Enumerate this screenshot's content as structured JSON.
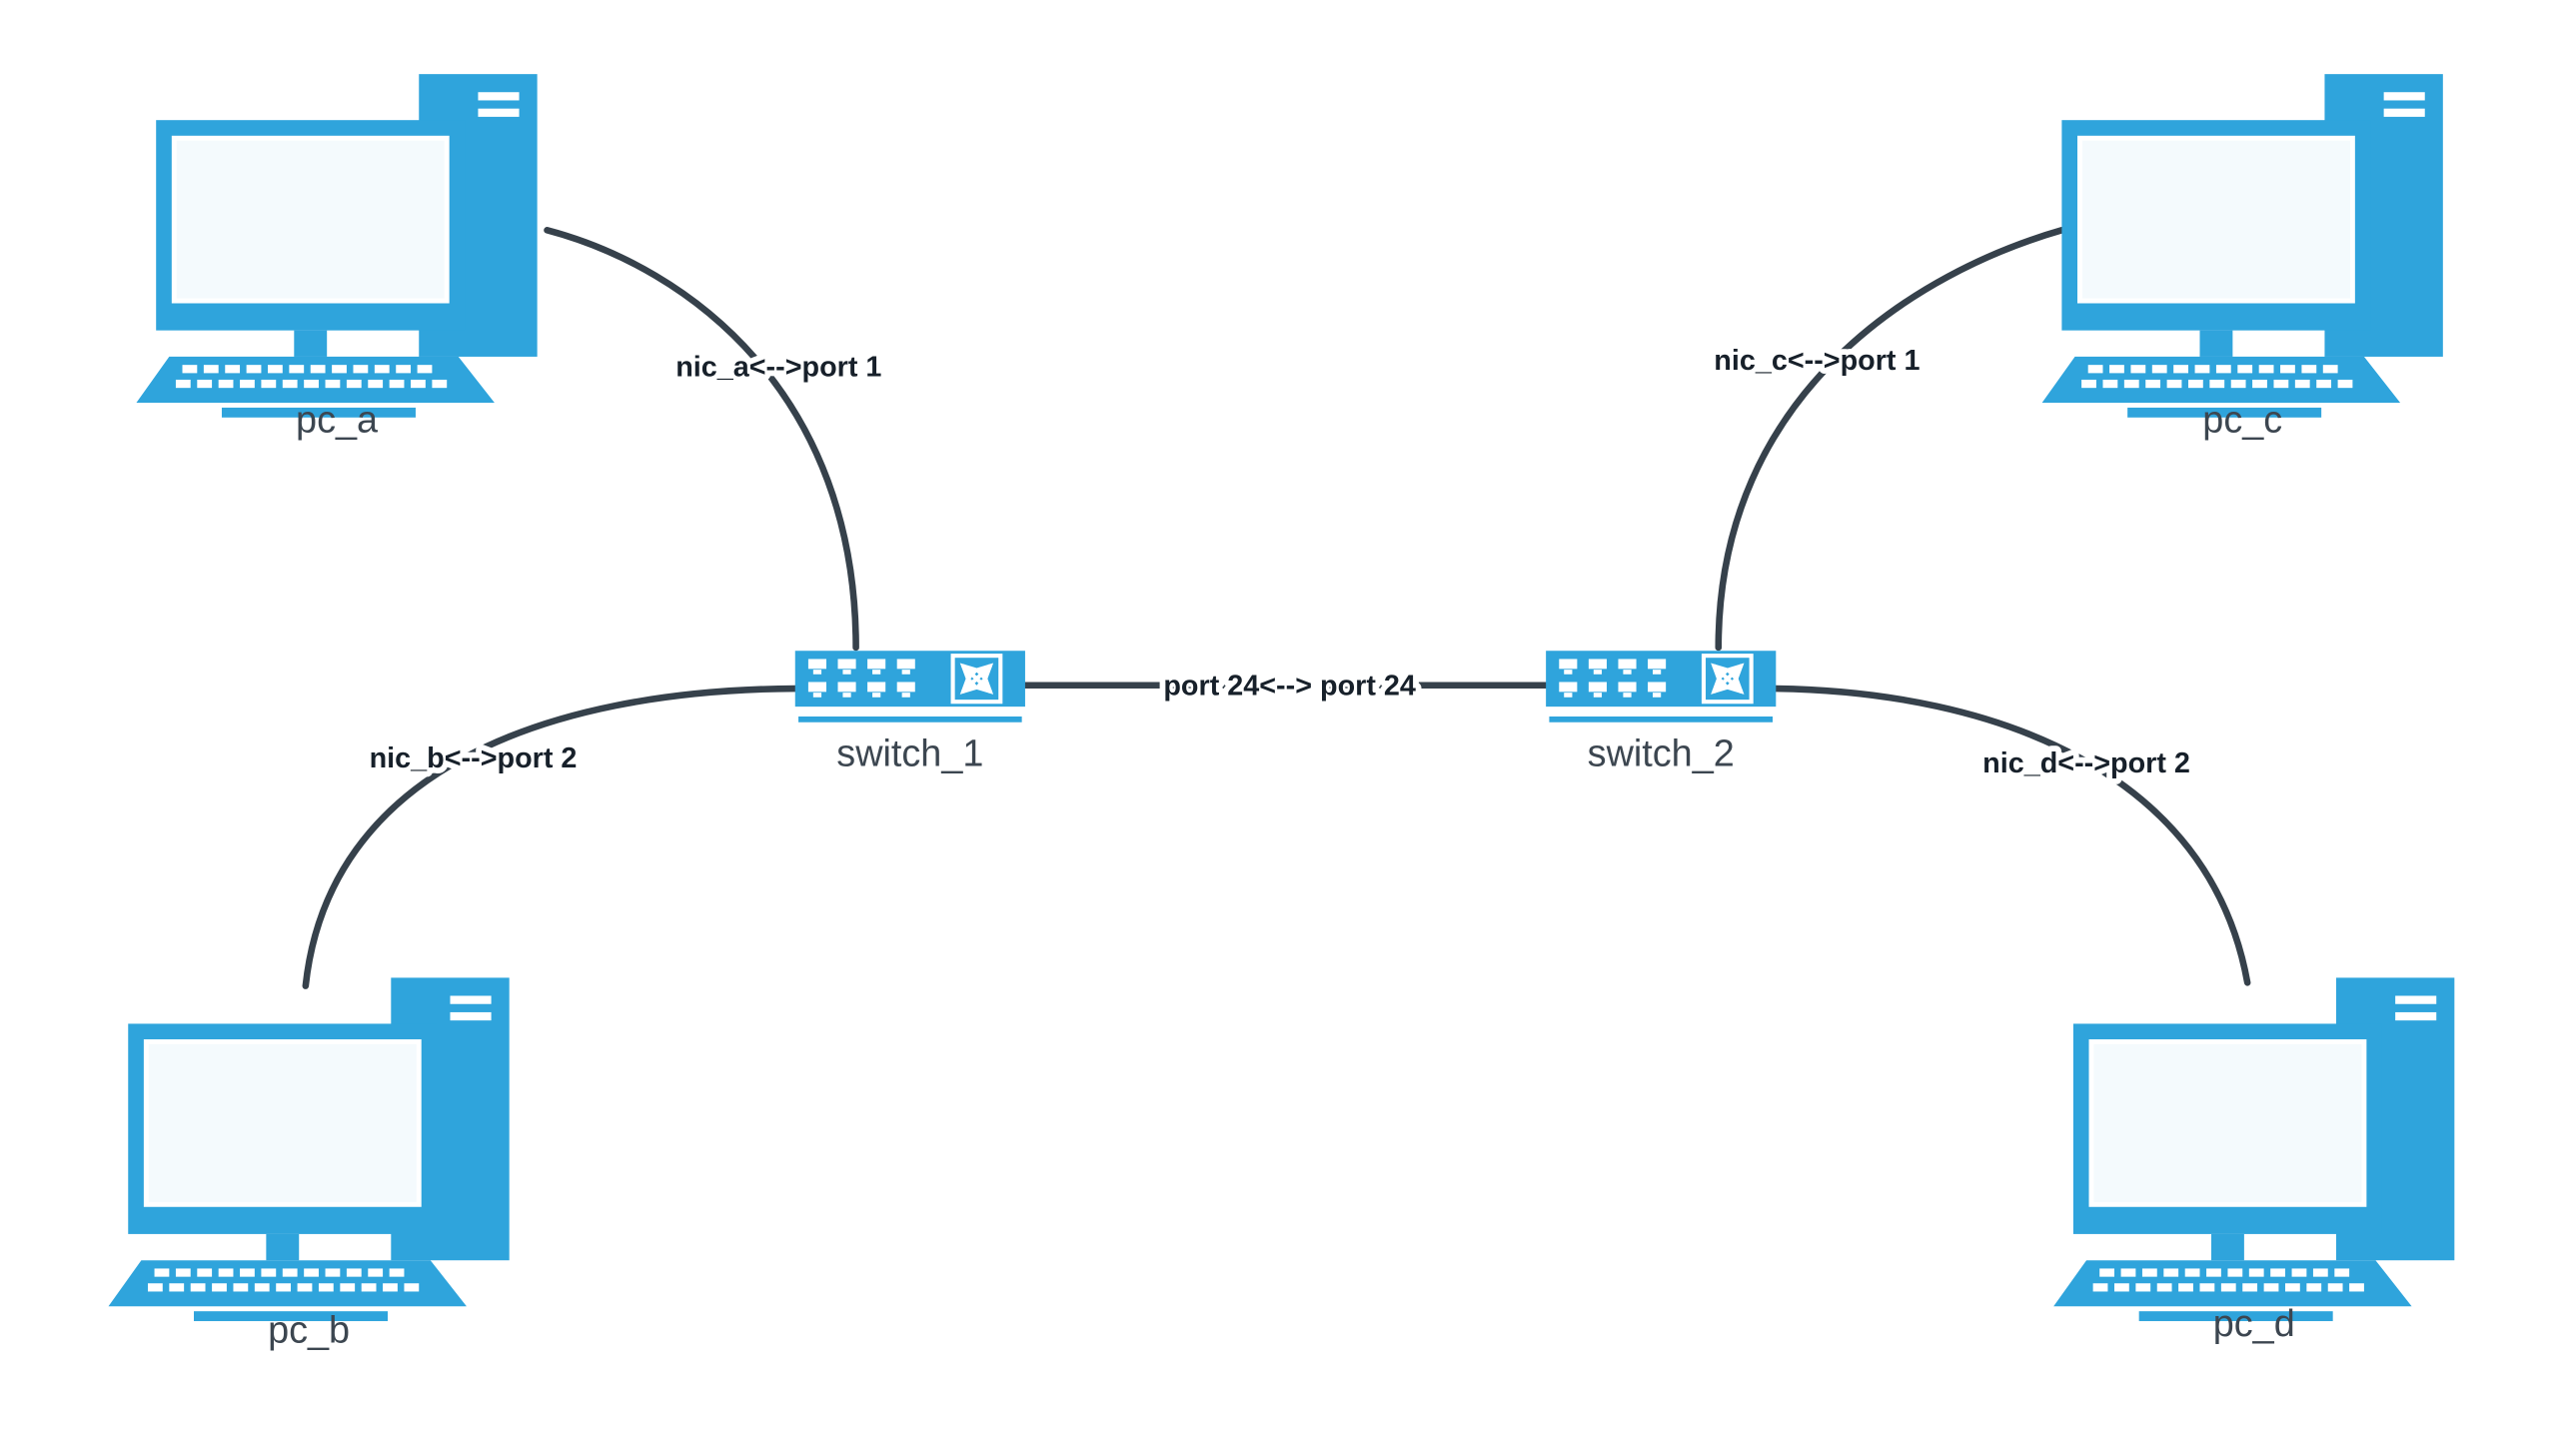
{
  "diagram": {
    "title": "network-topology-diagram",
    "colors": {
      "background": "#FFFFFF",
      "node_accent": "#2FA4DC",
      "screen_fill": "#F4FAFD",
      "edge_line": "#36414B",
      "edge_label_text": "#17202A",
      "node_label_text": "#3C4650"
    },
    "icons": {
      "pc": "desktop-computer-icon",
      "switch": "network-switch-icon"
    },
    "nodes": {
      "pc_a": {
        "label": "pc_a",
        "type": "pc"
      },
      "pc_b": {
        "label": "pc_b",
        "type": "pc"
      },
      "pc_c": {
        "label": "pc_c",
        "type": "pc"
      },
      "pc_d": {
        "label": "pc_d",
        "type": "pc"
      },
      "switch_1": {
        "label": "switch_1",
        "type": "switch"
      },
      "switch_2": {
        "label": "switch_2",
        "type": "switch"
      }
    },
    "edges": {
      "pc_a_switch_1": {
        "label": "nic_a<-->port 1",
        "from": "pc_a",
        "to": "switch_1"
      },
      "pc_b_switch_1": {
        "label": "nic_b<-->port 2",
        "from": "pc_b",
        "to": "switch_1"
      },
      "pc_c_switch_2": {
        "label": "nic_c<-->port 1",
        "from": "pc_c",
        "to": "switch_2"
      },
      "pc_d_switch_2": {
        "label": "nic_d<-->port 2",
        "from": "pc_d",
        "to": "switch_2"
      },
      "switch_1_switch_2": {
        "label": "port 24<--> port 24",
        "from": "switch_1",
        "to": "switch_2"
      }
    }
  }
}
